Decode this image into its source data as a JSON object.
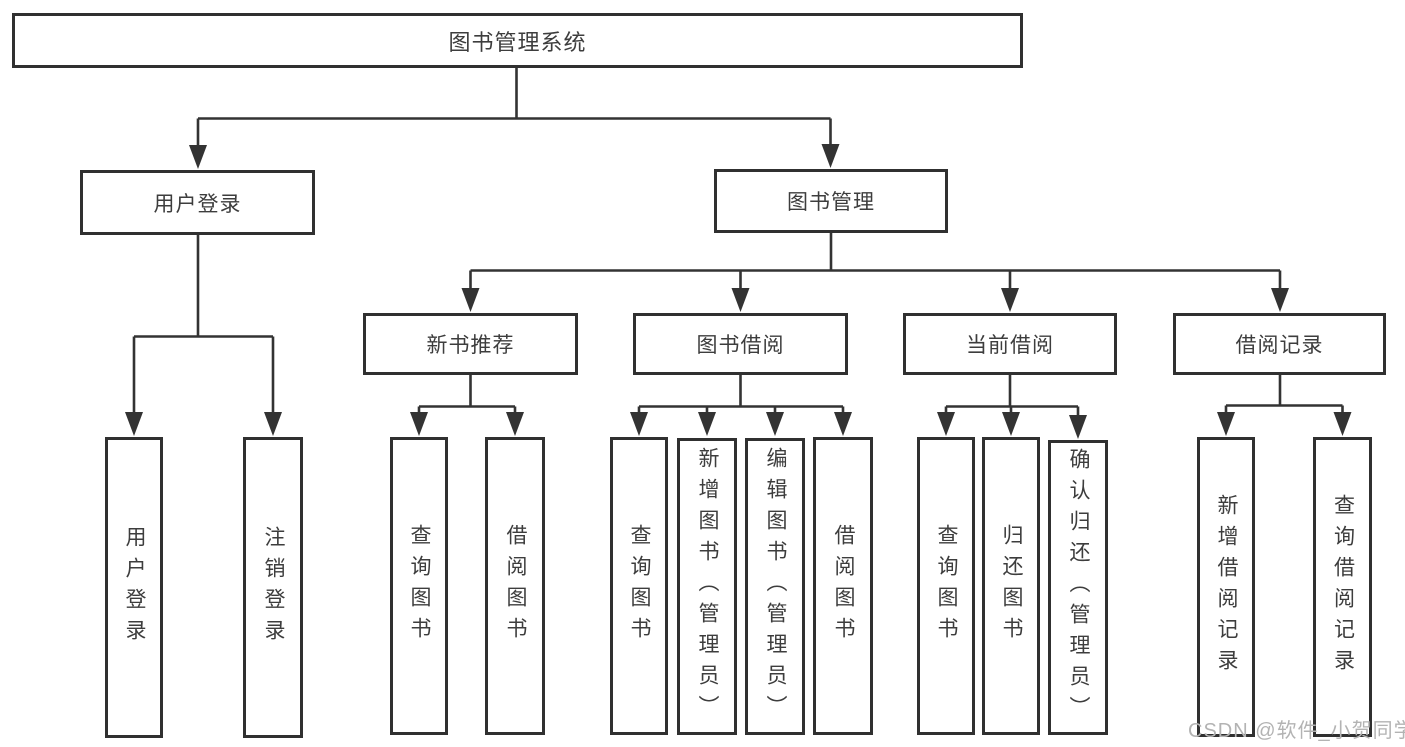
{
  "diagram": {
    "root": {
      "label": "图书管理系统"
    },
    "branches": [
      {
        "label": "用户登录",
        "children": [
          {
            "label": "用户登录"
          },
          {
            "label": "注销登录"
          }
        ]
      },
      {
        "label": "图书管理",
        "groups": [
          {
            "label": "新书推荐",
            "children": [
              {
                "label": "查询图书"
              },
              {
                "label": "借阅图书"
              }
            ]
          },
          {
            "label": "图书借阅",
            "children": [
              {
                "label": "查询图书"
              },
              {
                "label": "新增图书（管理员）"
              },
              {
                "label": "编辑图书（管理员）"
              },
              {
                "label": "借阅图书"
              }
            ]
          },
          {
            "label": "当前借阅",
            "children": [
              {
                "label": "查询图书"
              },
              {
                "label": "归还图书"
              },
              {
                "label": "确认归还（管理员）"
              }
            ]
          },
          {
            "label": "借阅记录",
            "children": [
              {
                "label": "新增借阅记录"
              },
              {
                "label": "查询借阅记录"
              }
            ]
          }
        ]
      }
    ]
  },
  "watermark": {
    "text": "CSDN @软件_小贺同学"
  },
  "colors": {
    "line": "#333333",
    "border": "#303030",
    "fill": "#ffffff",
    "text": "#3d3d3d",
    "watermark": "#b3b3b3",
    "background": "#ffffff"
  }
}
